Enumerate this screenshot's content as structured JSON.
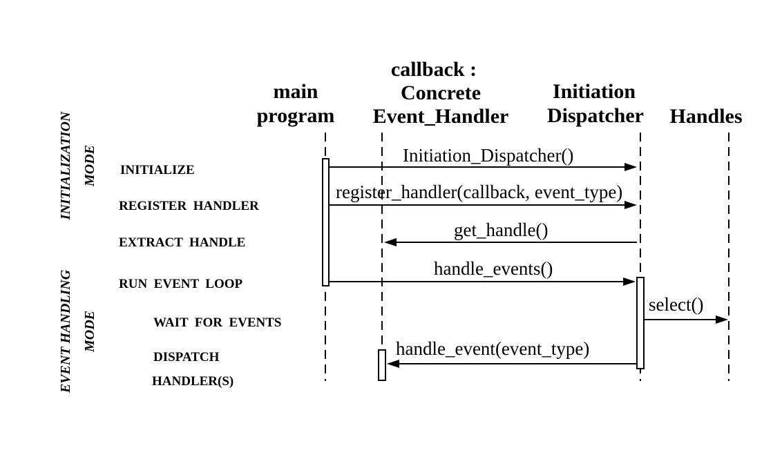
{
  "participants": [
    {
      "id": "main",
      "lines": [
        "main",
        "program"
      ]
    },
    {
      "id": "callback",
      "lines": [
        "callback :",
        "Concrete",
        "Event_Handler"
      ]
    },
    {
      "id": "dispatcher",
      "lines": [
        "Initiation",
        "Dispatcher"
      ]
    },
    {
      "id": "handles",
      "lines": [
        "Handles"
      ]
    }
  ],
  "modes": {
    "initialization": [
      "INITIALIZATION",
      "MODE"
    ],
    "event_handling": [
      "EVENT HANDLING",
      "MODE"
    ]
  },
  "steps": {
    "initialize": "INITIALIZE",
    "register_handler": "REGISTER  HANDLER",
    "extract_handle": "EXTRACT  HANDLE",
    "run_event_loop": "RUN  EVENT  LOOP",
    "wait_for_events": "WAIT  FOR  EVENTS",
    "dispatch": "DISPATCH",
    "handlers": "HANDLER(S)"
  },
  "messages": {
    "m1": "Initiation_Dispatcher()",
    "m2": "register_handler(callback, event_type)",
    "m3": "get_handle()",
    "m4": "handle_events()",
    "m5": "select()",
    "m6": "handle_event(event_type)"
  }
}
